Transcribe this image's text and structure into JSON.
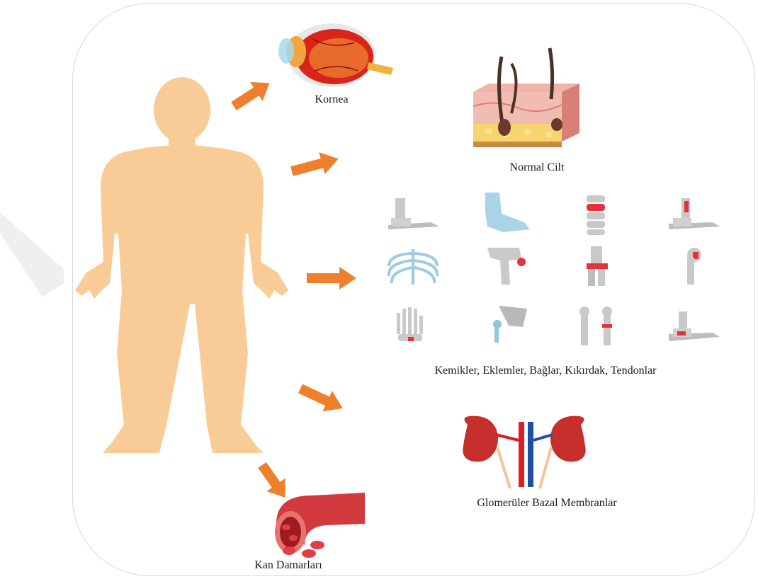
{
  "labels": {
    "kornea": "Kornea",
    "normal_cilt": "Normal Cilt",
    "kemikler": "Kemikler, Eklemler, Bağlar, Kıkırdak, Tendonlar",
    "glomeruler": "Glomerüler Bazal Membranlar",
    "kan_damarlari": "Kan Damarları"
  },
  "colors": {
    "body": "#f9cb96",
    "arrow": "#ef7f2b",
    "bone": "#c9c9c9",
    "bone_highlight": "#e8303a",
    "eye_red": "#d9241b",
    "skin_pink": "#f2b3ab",
    "kidney": "#c62f2b",
    "artery_red": "#d92027",
    "vein_blue": "#1f4fa3",
    "vessel": "#d23a3f"
  }
}
